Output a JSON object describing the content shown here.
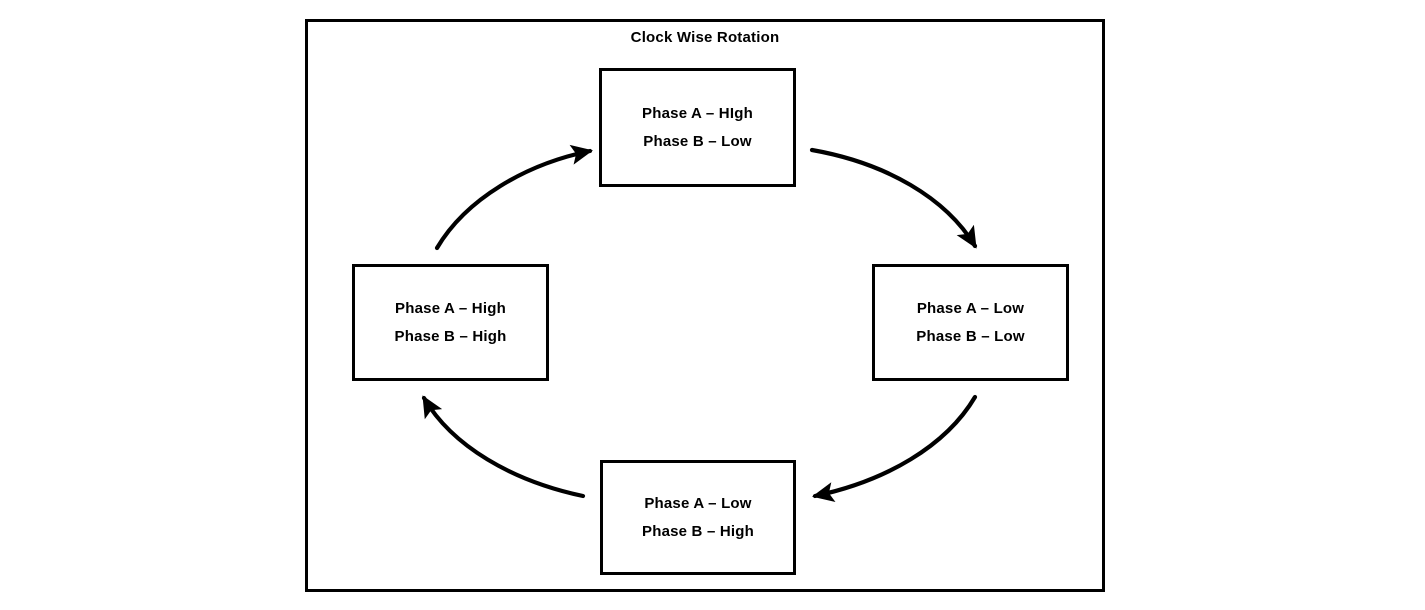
{
  "diagram": {
    "title": "Clock Wise Rotation",
    "type": "cycle-state-diagram",
    "direction": "clockwise",
    "line_color": "#000000",
    "background_color": "#ffffff",
    "states": [
      {
        "position": "top",
        "line1": "Phase A – HIgh",
        "line2": "Phase B – Low"
      },
      {
        "position": "right",
        "line1": "Phase A – Low",
        "line2": "Phase B – Low"
      },
      {
        "position": "bottom",
        "line1": "Phase A – Low",
        "line2": "Phase B – High"
      },
      {
        "position": "left",
        "line1": "Phase A – High",
        "line2": "Phase B – High"
      }
    ],
    "arrows": [
      {
        "name": "arrow-top-to-right",
        "from": "top",
        "to": "right"
      },
      {
        "name": "arrow-right-to-bottom",
        "from": "right",
        "to": "bottom"
      },
      {
        "name": "arrow-bottom-to-left",
        "from": "bottom",
        "to": "left"
      },
      {
        "name": "arrow-left-to-top",
        "from": "left",
        "to": "top"
      }
    ]
  }
}
